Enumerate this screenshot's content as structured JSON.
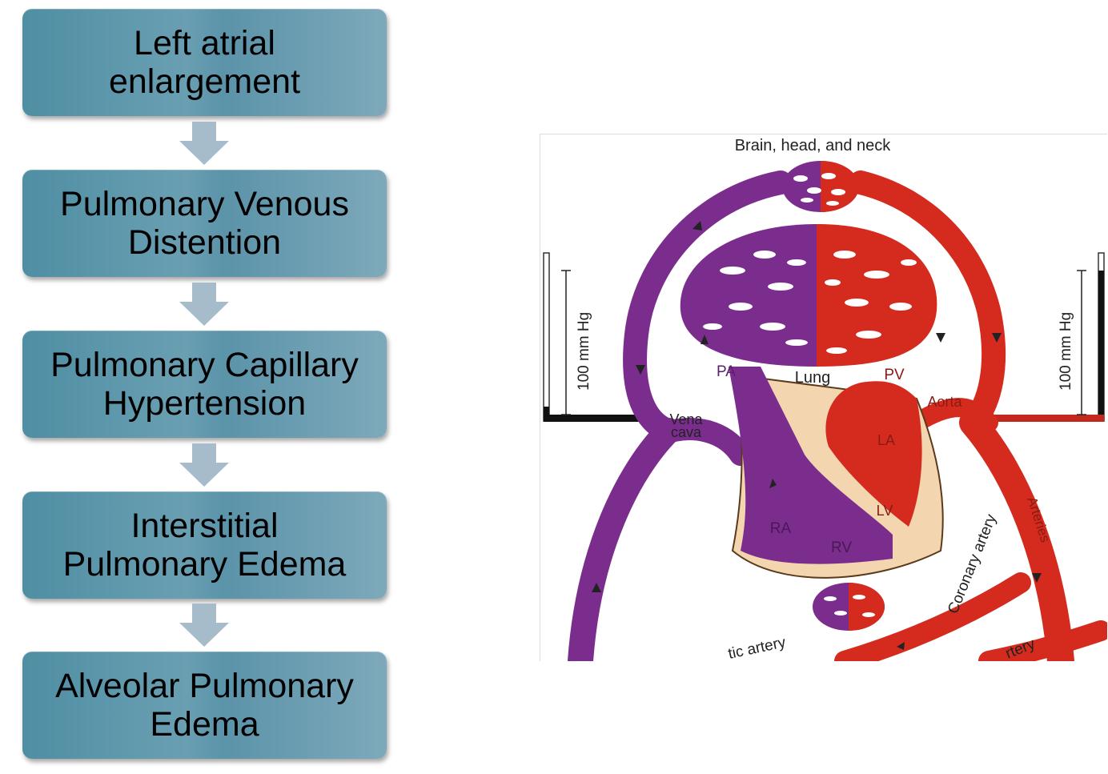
{
  "flowchart": {
    "steps": [
      "Left atrial\nenlargement",
      "Pulmonary Venous\nDistention",
      "Pulmonary Capillary\nHypertension",
      "Interstitial\nPulmonary Edema",
      "Alveolar Pulmonary\nEdema"
    ]
  },
  "circulation": {
    "title": "Brain, head, and neck",
    "lung": "Lung",
    "pa": "PA",
    "pv": "PV",
    "aorta": "Aorta",
    "vena_cava_1": "Vena",
    "vena_cava_2": "cava",
    "la": "LA",
    "lv": "LV",
    "ra": "RA",
    "rv": "RV",
    "coronary_artery": "Coronary artery",
    "arteries": "Arteries",
    "pressure_left": "100 mm Hg",
    "pressure_right": "100 mm Hg",
    "bottom_left_artery": "tic artery",
    "bottom_right_artery": "rtery",
    "colors": {
      "venous": "#7b2d8e",
      "arterial": "#d42b1e",
      "myocardium": "#f3d6b0"
    }
  }
}
